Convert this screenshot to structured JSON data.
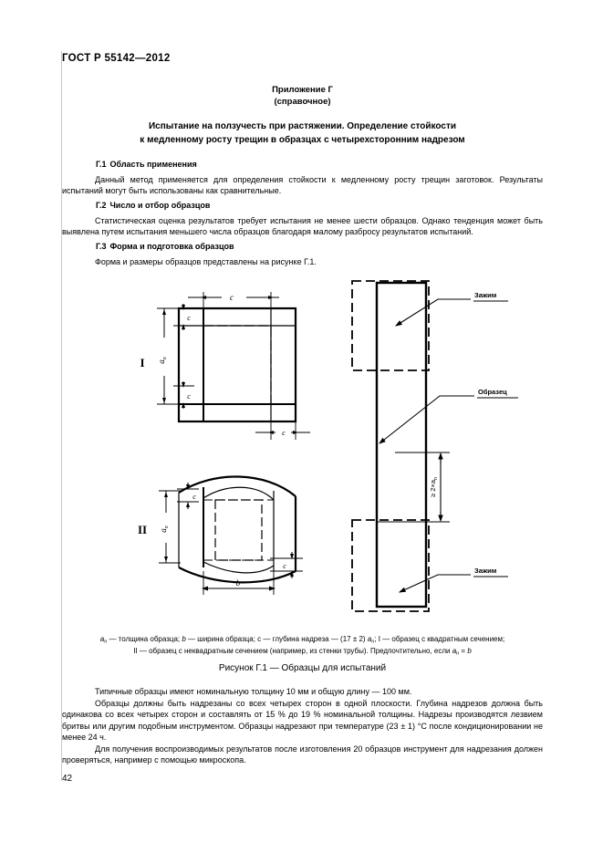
{
  "document": {
    "header": "ГОСТ Р 55142—2012",
    "page_number": "42",
    "appendix_title": "Приложение Г",
    "appendix_subtitle": "(справочное)",
    "main_title_line1": "Испытание на ползучесть при растяжении. Определение стойкости",
    "main_title_line2": "к медленному росту трещин в образцах с четырехсторонним надрезом"
  },
  "sections": [
    {
      "number": "Г.1",
      "heading": "Область применения",
      "body": "Данный метод применяется для определения стойкости к медленному росту трещин заготовок. Результаты испытаний могут быть использованы как сравнительные."
    },
    {
      "number": "Г.2",
      "heading": "Число и отбор образцов",
      "body": "Статистическая оценка результатов требует испытания не менее шести образцов. Однако тенденция может быть выявлена путем испытания меньшего числа образцов благодаря малому разбросу результатов испытаний."
    },
    {
      "number": "Г.3",
      "heading": "Форма и подготовка образцов",
      "body": "Форма и размеры образцов представлены на рисунке Г.1."
    }
  ],
  "figure": {
    "specimen_one_roman": "I",
    "specimen_two_roman": "II",
    "dim_thickness": "a",
    "dim_thickness_sub": "n",
    "dim_width": "b",
    "dim_notch": "c",
    "dim_vertical": "≥ 2×a",
    "dim_vertical_sub": "n",
    "callout_clamp_top": "Зажим",
    "callout_specimen": "Образец",
    "callout_clamp_bottom": "Зажим",
    "caption_line1_a": "a",
    "caption_line1_a_sub": "n",
    "caption_line1_b": " — толщина образца; ",
    "caption_line1_c": "b",
    "caption_line1_d": " — ширина образца; c — глубина надреза — (17 ± 2) ",
    "caption_line1_e": "a",
    "caption_line1_e_sub": "n",
    "caption_line1_f": "; I — образец с квадратным сечением;",
    "caption_line2_a": "II — образец с неквадратным сечением (например, из стенки трубы). Предпочтительно, если ",
    "caption_line2_b": "a",
    "caption_line2_b_sub": "n",
    "caption_line2_c": " = ",
    "caption_line2_d": "b",
    "figure_label": "Рисунок Г.1 — Образцы для испытаний"
  },
  "closing_paragraphs": [
    "Типичные образцы имеют номинальную толщину 10 мм и общую длину — 100 мм.",
    "Образцы должны быть надрезаны со всех четырех сторон в одной плоскости. Глубина надрезов должна быть одинакова со всех четырех сторон и составлять от 15 % до 19 % номинальной толщины. Надрезы производятся лезвием бритвы или другим подобным инструментом. Образцы надрезают при температуре (23 ± 1) °C после кондиционировании не менее 24 ч.",
    "Для получения воспроизводимых результатов после изготовления 20 образцов инструмент для надрезания должен проверяться, например с помощью микроскопа."
  ],
  "colors": {
    "ink": "#000000",
    "rule": "#c9c9c9",
    "background": "#ffffff"
  }
}
